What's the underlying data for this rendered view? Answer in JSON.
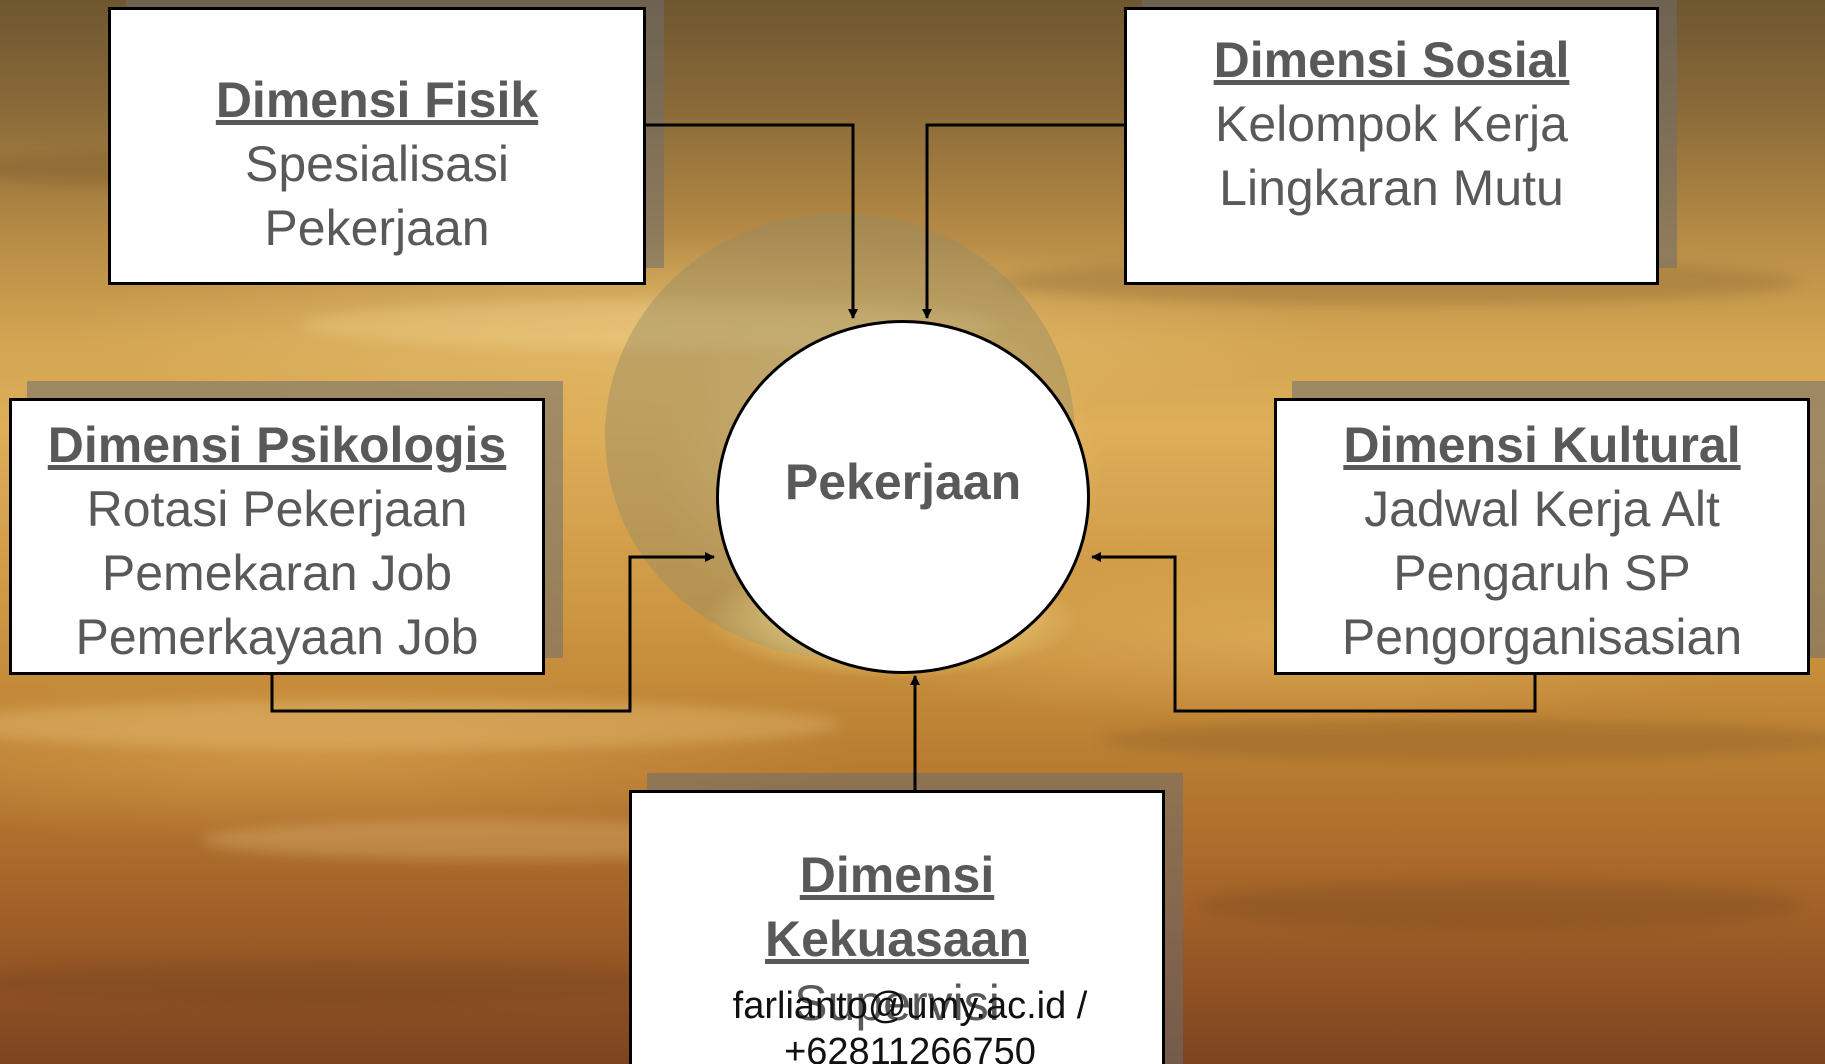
{
  "center": {
    "label": "Pekerjaan"
  },
  "boxes": {
    "fisik": {
      "title": "Dimensi Fisik",
      "lines": [
        "Spesialisasi",
        "Pekerjaan"
      ]
    },
    "sosial": {
      "title": "Dimensi Sosial",
      "lines": [
        "Kelompok Kerja",
        "Lingkaran Mutu"
      ]
    },
    "psikologis": {
      "title": "Dimensi Psikologis",
      "lines": [
        "Rotasi Pekerjaan",
        "Pemekaran Job",
        "Pemerkayaan Job"
      ]
    },
    "kultural": {
      "title": "Dimensi Kultural",
      "lines": [
        "Jadwal Kerja Alt",
        "Pengaruh SP",
        "Pengorganisasian"
      ]
    },
    "kekuasaan": {
      "title_lines": [
        "Dimensi",
        "Kekuasaan"
      ],
      "lines": [
        "Supervisi"
      ]
    }
  },
  "footer": {
    "lines": [
      "farlianto@umy.ac.id /",
      "+62811266750"
    ]
  },
  "colors": {
    "text": "#595959",
    "border": "#000000",
    "box_fill": "#ffffff"
  }
}
